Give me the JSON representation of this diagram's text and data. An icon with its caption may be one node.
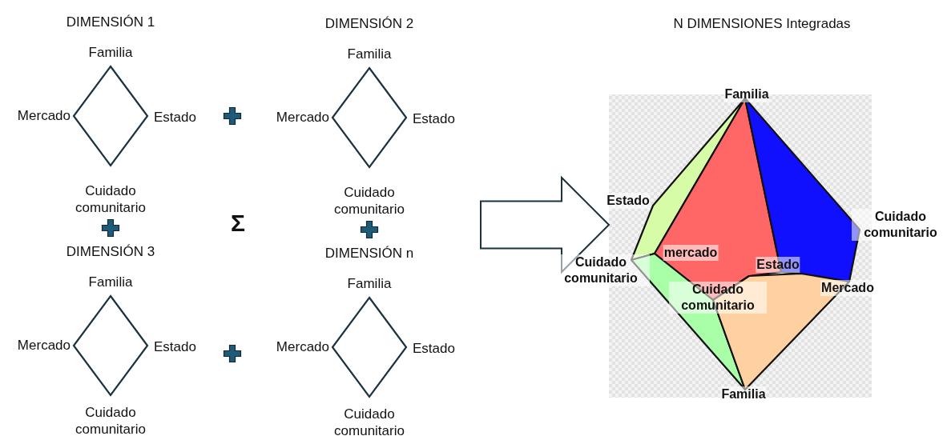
{
  "diagram": {
    "title": "N DIMENSIONES Integradas",
    "nodes": [
      {
        "text": [],
        "shape": "diamond",
        "beside": [
          "DIMENSIÓN 1",
          "Familia",
          "Mercado",
          "Estado",
          "Cuidado comunitario"
        ]
      },
      {
        "text": [],
        "shape": "diamond",
        "beside": [
          "DIMENSIÓN 2",
          "Familia",
          "Mercado",
          "Estado",
          "Cuidado comunitario"
        ]
      },
      {
        "text": [],
        "shape": "diamond",
        "beside": [
          "DIMENSIÓN 3",
          "Familia",
          "Mercado",
          "Estado",
          "Cuidado comunitario"
        ]
      },
      {
        "text": [],
        "shape": "diamond",
        "beside": [
          "DIMENSIÓN n",
          "Familia",
          "Mercado",
          "Estado",
          "Cuidado comunitario"
        ]
      },
      {
        "text": [],
        "shape": "picture"
      }
    ],
    "edges": [
      {
        "from": null,
        "to": 4,
        "arrow": "to"
      }
    ],
    "labels": [
      "Σ",
      "Familia",
      "Estado",
      "Cuidado comunitario",
      "Cuidado comunitario",
      "mercado",
      "Estado",
      "Cuidado comunitario",
      "Mercado",
      "Familia"
    ]
  }
}
